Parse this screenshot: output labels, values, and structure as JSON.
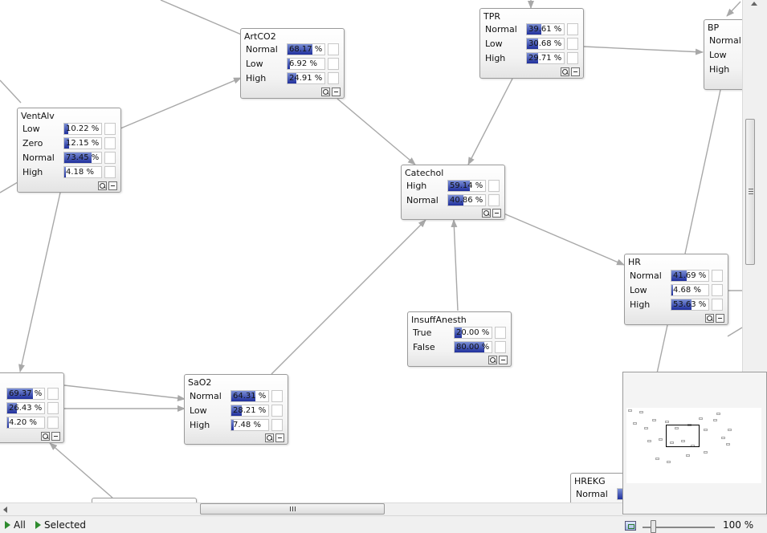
{
  "nodes": [
    {
      "id": "artco2",
      "title": "ArtCO2",
      "states": [
        {
          "label": "Normal",
          "pct": 68.17,
          "text": "68.17 %"
        },
        {
          "label": "Low",
          "pct": 6.92,
          "text": "6.92 %"
        },
        {
          "label": "High",
          "pct": 24.91,
          "text": "24.91 %"
        }
      ]
    },
    {
      "id": "tpr",
      "title": "TPR",
      "states": [
        {
          "label": "Normal",
          "pct": 39.61,
          "text": "39.61 %"
        },
        {
          "label": "Low",
          "pct": 30.68,
          "text": "30.68 %"
        },
        {
          "label": "High",
          "pct": 29.71,
          "text": "29.71 %"
        }
      ]
    },
    {
      "id": "bp",
      "title": "BP",
      "states": [
        {
          "label": "Normal",
          "pct": 0,
          "text": ""
        },
        {
          "label": "Low",
          "pct": 0,
          "text": ""
        },
        {
          "label": "High",
          "pct": 0,
          "text": ""
        }
      ]
    },
    {
      "id": "ventalv",
      "title": "VentAlv",
      "states": [
        {
          "label": "Low",
          "pct": 10.22,
          "text": "10.22 %"
        },
        {
          "label": "Zero",
          "pct": 12.15,
          "text": "12.15 %"
        },
        {
          "label": "Normal",
          "pct": 73.45,
          "text": "73.45 %"
        },
        {
          "label": "High",
          "pct": 4.18,
          "text": "4.18 %"
        }
      ]
    },
    {
      "id": "catechol",
      "title": "Catechol",
      "states": [
        {
          "label": "High",
          "pct": 59.14,
          "text": "59.14 %"
        },
        {
          "label": "Normal",
          "pct": 40.86,
          "text": "40.86 %"
        }
      ]
    },
    {
      "id": "hr",
      "title": "HR",
      "states": [
        {
          "label": "Normal",
          "pct": 41.69,
          "text": "41.69 %"
        },
        {
          "label": "Low",
          "pct": 4.68,
          "text": "4.68 %"
        },
        {
          "label": "High",
          "pct": 53.63,
          "text": "53.63 %"
        }
      ]
    },
    {
      "id": "insuffanesth",
      "title": "InsuffAnesth",
      "states": [
        {
          "label": "True",
          "pct": 20.0,
          "text": "20.00 %"
        },
        {
          "label": "False",
          "pct": 80.0,
          "text": "80.00 %"
        }
      ]
    },
    {
      "id": "partial",
      "title": "",
      "states": [
        {
          "label": "",
          "pct": 69.37,
          "text": "69.37 %"
        },
        {
          "label": "",
          "pct": 26.43,
          "text": "26.43 %"
        },
        {
          "label": "",
          "pct": 4.2,
          "text": "4.20 %"
        }
      ]
    },
    {
      "id": "sao2",
      "title": "SaO2",
      "states": [
        {
          "label": "Normal",
          "pct": 64.31,
          "text": "64.31 %"
        },
        {
          "label": "Low",
          "pct": 28.21,
          "text": "28.21 %"
        },
        {
          "label": "High",
          "pct": 7.48,
          "text": "7.48 %"
        }
      ]
    },
    {
      "id": "hrekg",
      "title": "HREKG",
      "states": [
        {
          "label": "Normal",
          "pct": 41.0,
          "text": ""
        }
      ]
    }
  ],
  "statusbar": {
    "all_label": "All",
    "selected_label": "Selected",
    "zoom_text": "100 %"
  },
  "colors": {
    "bar_dark": "#1f2f9c",
    "bar_light": "#7b8fd6",
    "filter_arrow": "#2e8b2e"
  }
}
